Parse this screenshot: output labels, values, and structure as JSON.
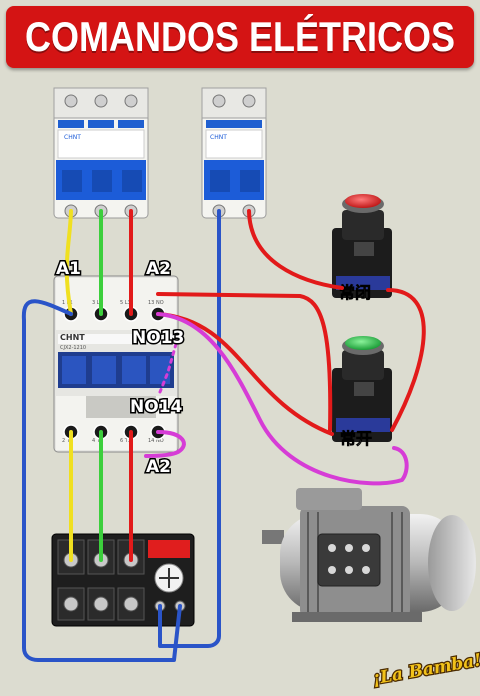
{
  "title": "COMANDOS ELÉTRICOS",
  "labels": {
    "a1": "A1",
    "a2_top": "A2",
    "no13": "NO13",
    "no14": "NO14",
    "a2_bottom": "A2",
    "stop_button": "常闭",
    "start_button": "常开"
  },
  "breakers": {
    "brand": "CHNT"
  },
  "contactor": {
    "brand": "CHNT",
    "model": "CJX2-1210",
    "top_terminals": [
      "1 L1",
      "3 L2",
      "5 L3",
      "13 NO"
    ],
    "bottom_terminals": [
      "2 T1",
      "4 T2",
      "6 T3",
      "14 NO"
    ]
  },
  "watermark": "¡La Bamba!",
  "colors": {
    "title_bg": "#d41414",
    "wire_yellow": "#f0e020",
    "wire_green": "#3ccf3c",
    "wire_red": "#e21a1a",
    "wire_blue": "#2a54c8",
    "wire_magenta": "#d63cd6",
    "stop_button": "#e22b2b",
    "start_button": "#2ec24a"
  }
}
